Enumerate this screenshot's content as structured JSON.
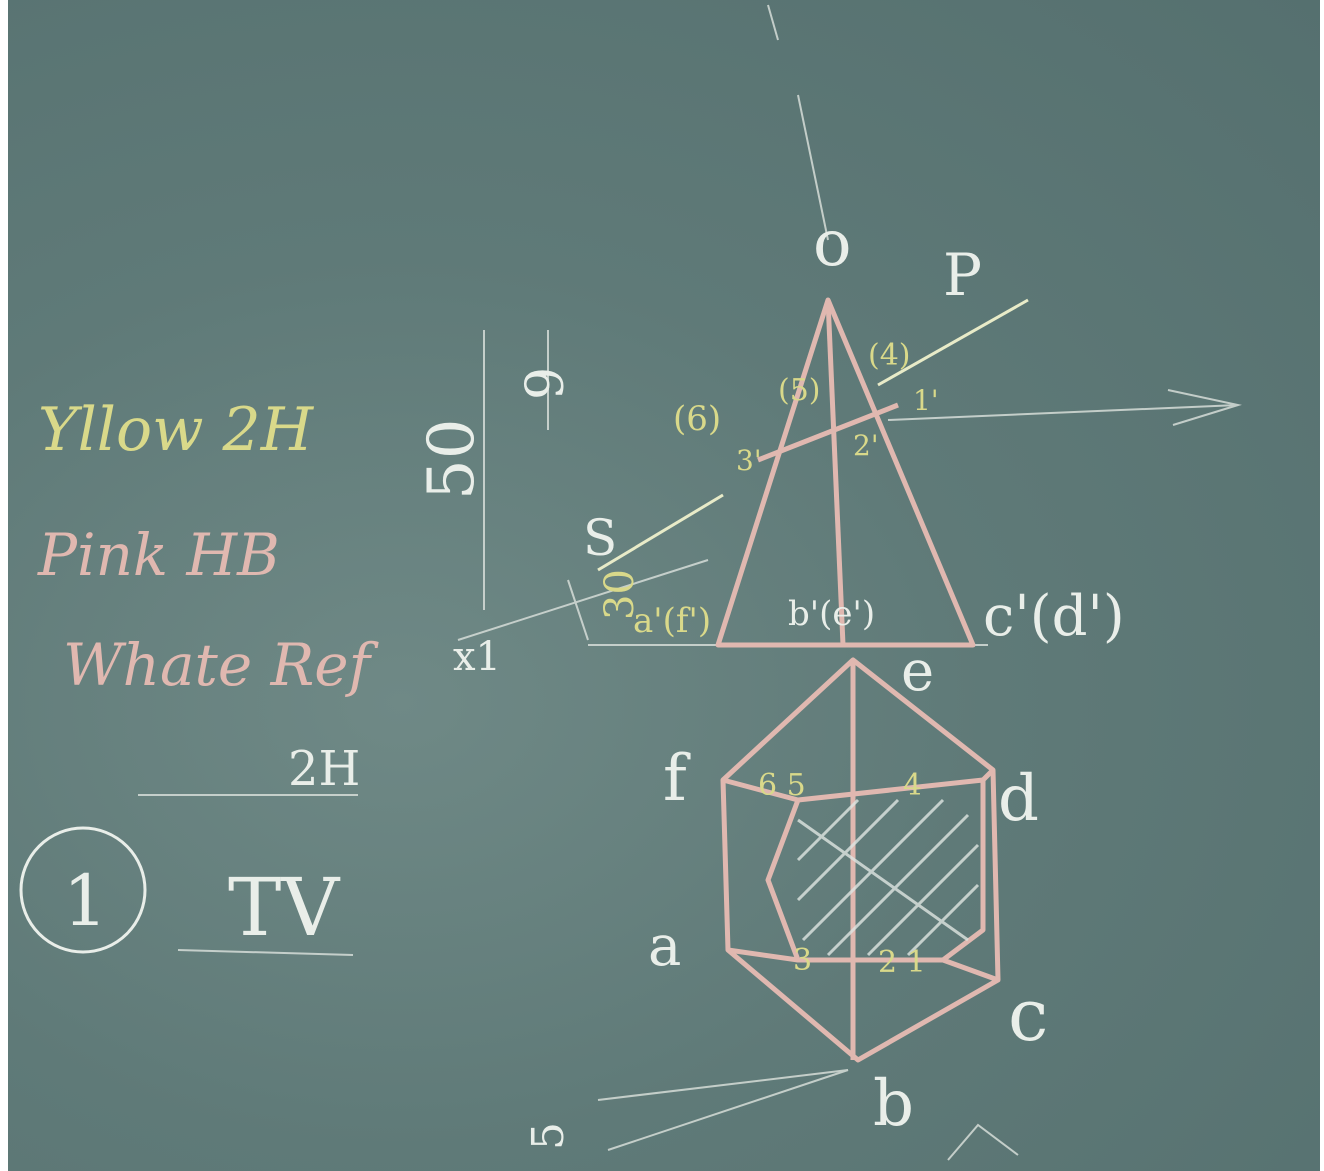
{
  "colors": {
    "board": "#5f7a78",
    "white_chalk": "#e9eee9",
    "yellow_chalk": "#d9d98a",
    "pink_chalk": "#e0b8b0"
  },
  "legend": {
    "yellow": "Yllow 2H",
    "pink": "Pink HB",
    "white": "Whate Ref",
    "white_grade": "2H"
  },
  "problem": {
    "number": "1",
    "view": "TV"
  },
  "dimensions": {
    "height": "50",
    "dim_top": "9",
    "dim_mid": "30",
    "dim_bottom": "5"
  },
  "labels": {
    "apex": "o",
    "plane": "P",
    "section": "S",
    "xy": "x1",
    "front_left": "a'(f')",
    "front_mid": "b'(e')",
    "front_right": "c'(d')",
    "e": "e",
    "f": "f",
    "d": "d",
    "a": "a",
    "c": "c",
    "b": "b",
    "sec_6": "(6)",
    "sec_5": "(5)",
    "sec_4": "(4)",
    "sec_3": "3'",
    "sec_2": "2'",
    "sec_1": "1'",
    "tv_65": "6 5",
    "tv_4": "4",
    "tv_3": "3",
    "tv_21": "2 1"
  }
}
